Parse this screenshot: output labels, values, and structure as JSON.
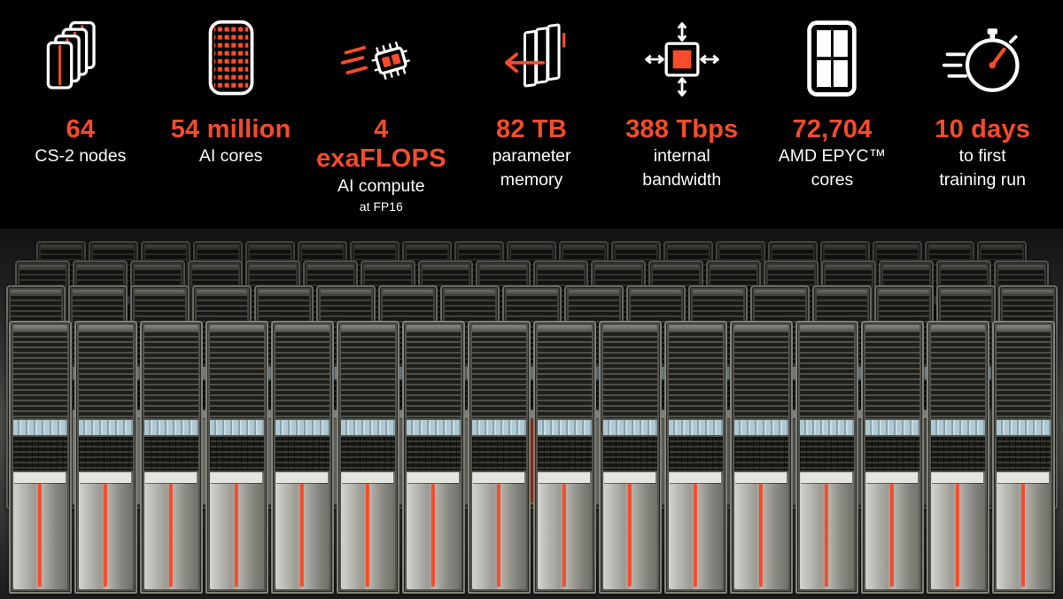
{
  "accent": "#f84b2b",
  "stats": [
    {
      "icon": "cs2-nodes-icon",
      "value": "64",
      "line1": "CS-2 nodes",
      "line2": "",
      "sub": ""
    },
    {
      "icon": "ai-cores-icon",
      "value": "54 million",
      "line1": "AI cores",
      "line2": "",
      "sub": ""
    },
    {
      "icon": "ai-compute-icon",
      "value": "4 exaFLOPS",
      "line1": "AI compute",
      "line2": "",
      "sub": "at FP16"
    },
    {
      "icon": "parameter-memory-icon",
      "value": "82 TB",
      "line1": "parameter",
      "line2": "memory",
      "sub": ""
    },
    {
      "icon": "internal-bandwidth-icon",
      "value": "388 Tbps",
      "line1": "internal",
      "line2": "bandwidth",
      "sub": ""
    },
    {
      "icon": "amd-epyc-cores-icon",
      "value": "72,704",
      "line1": "AMD EPYC™",
      "line2": "cores",
      "sub": ""
    },
    {
      "icon": "training-time-icon",
      "value": "10 days",
      "line1": "to first",
      "line2": "training run",
      "sub": ""
    }
  ]
}
